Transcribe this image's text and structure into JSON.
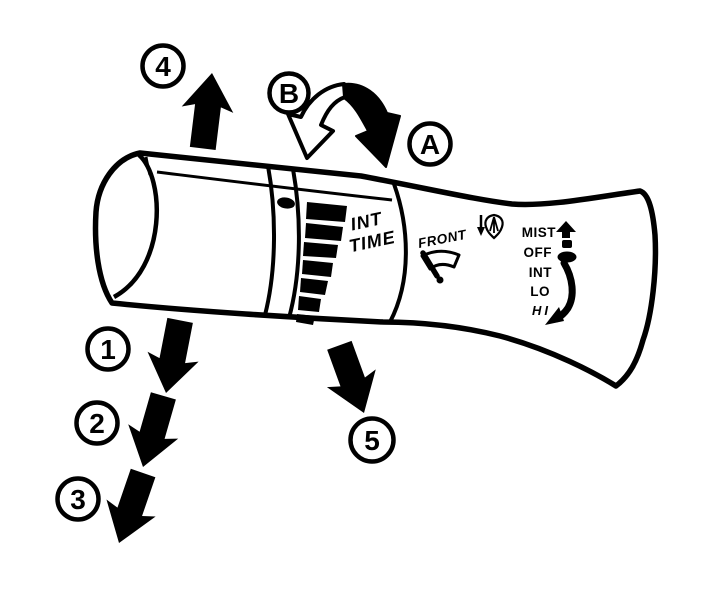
{
  "diagram": {
    "background_color": "#ffffff",
    "line_color": "#000000",
    "subject": "wiper-washer-switch-lever"
  },
  "labels": {
    "int_time_line1": "INT",
    "int_time_line2": "TIME",
    "front": "FRONT",
    "positions": [
      "MIST",
      "OFF",
      "INT",
      "LO",
      "HI"
    ]
  },
  "callouts": [
    {
      "label": "1"
    },
    {
      "label": "2"
    },
    {
      "label": "3"
    },
    {
      "label": "4"
    },
    {
      "label": "5"
    },
    {
      "label": "A"
    },
    {
      "label": "B"
    }
  ],
  "icons": {
    "wiper": "front-wiper-icon",
    "washer": "washer-spray-icon",
    "mist_arrow": "mist-momentary-up-arrow-icon",
    "off_marker": "off-position-dot-icon",
    "hi_sweep": "rotate-to-hi-arrow-icon",
    "rotate_a": "rotate-collar-black-arrow-icon",
    "rotate_b": "rotate-collar-outline-arrow-icon",
    "int_scale": "int-time-scale-bars-icon"
  }
}
